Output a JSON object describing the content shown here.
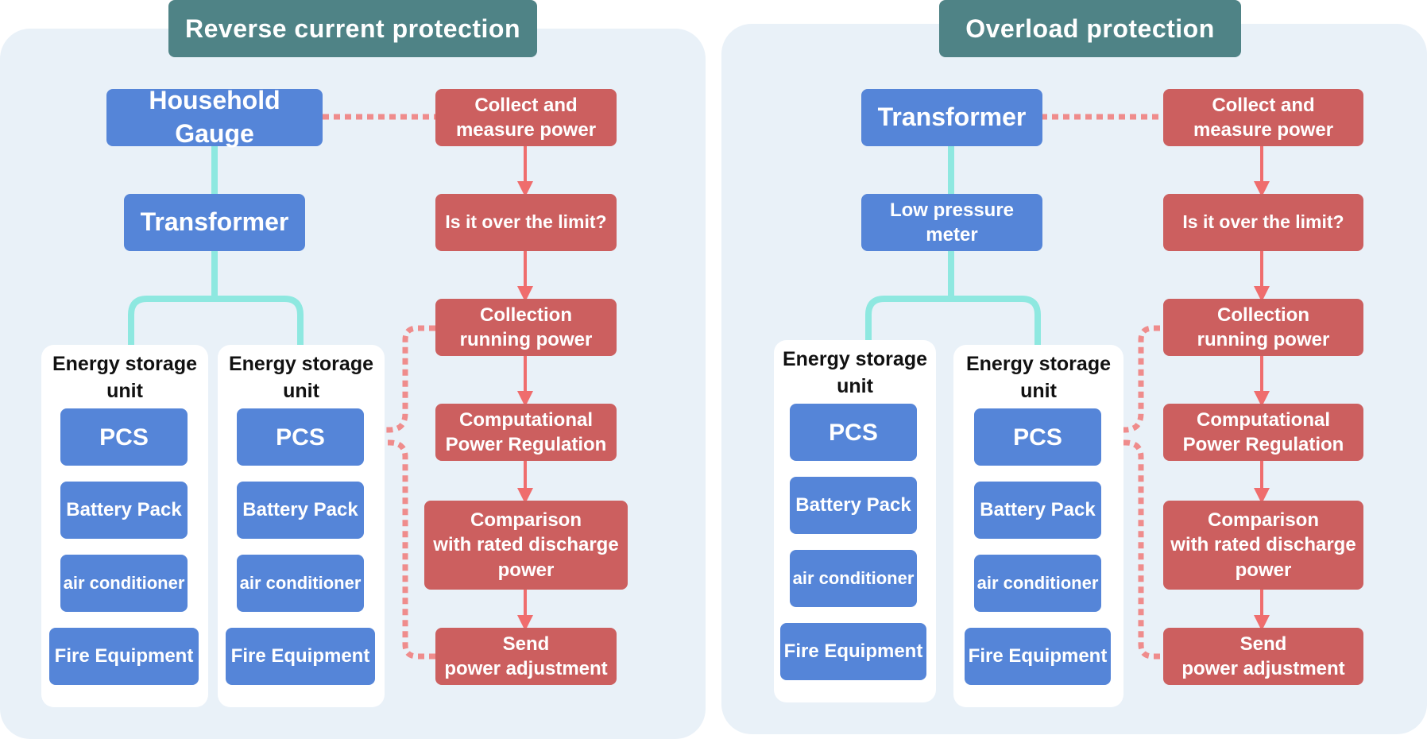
{
  "colors": {
    "panel_bg": "#e9f1f8",
    "title_bg": "#4f8386",
    "device_box": "#5585d8",
    "process_box": "#cc5f5f",
    "connector_teal": "#8ee8e0",
    "connector_red": "#ef8c8c"
  },
  "left": {
    "title": "Reverse current protection",
    "top_device": "Household Gauge",
    "second_device": "Transformer",
    "units": [
      {
        "label": "Energy storage\nunit",
        "items": [
          "PCS",
          "Battery Pack",
          "air conditioner",
          "Fire Equipment"
        ]
      },
      {
        "label": "Energy storage\nunit",
        "items": [
          "PCS",
          "Battery Pack",
          "air conditioner",
          "Fire Equipment"
        ]
      }
    ],
    "steps": [
      "Collect and\nmeasure power",
      "Is it over the limit?",
      "Collection\nrunning power",
      "Computational\nPower Regulation",
      "Comparison\nwith rated discharge\npower",
      "Send\npower adjustment"
    ]
  },
  "right": {
    "title": "Overload protection",
    "top_device": "Transformer",
    "second_device": "Low pressure\nmeter",
    "units": [
      {
        "label": "Energy storage\nunit",
        "items": [
          "PCS",
          "Battery Pack",
          "air conditioner",
          "Fire Equipment"
        ]
      },
      {
        "label": "Energy storage\nunit",
        "items": [
          "PCS",
          "Battery Pack",
          "air conditioner",
          "Fire Equipment"
        ]
      }
    ],
    "steps": [
      "Collect and\nmeasure power",
      "Is it over the limit?",
      "Collection\nrunning power",
      "Computational\nPower Regulation",
      "Comparison\nwith rated discharge\npower",
      "Send\npower adjustment"
    ]
  }
}
